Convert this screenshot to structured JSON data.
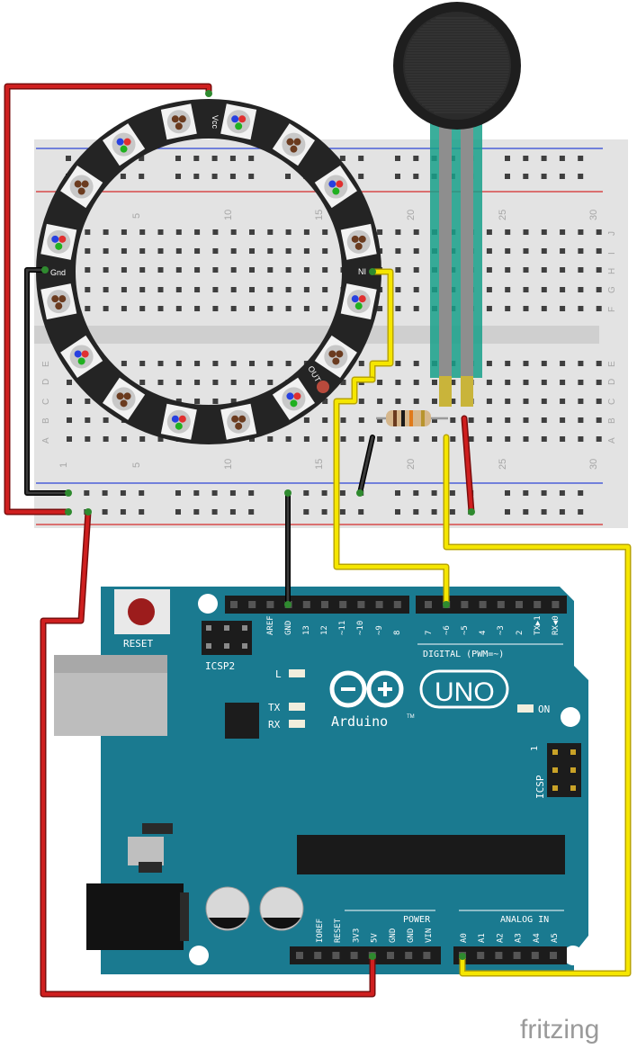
{
  "ring": {
    "vcc": "Vcc",
    "gnd": "Gnd",
    "din": "NI",
    "dout": "OUT"
  },
  "breadboard": {
    "col_numbers": [
      "1",
      "5",
      "10",
      "15",
      "20",
      "25",
      "30"
    ],
    "row_letters_top": [
      "J",
      "I",
      "H",
      "G",
      "F"
    ],
    "row_letters_bottom": [
      "E",
      "D",
      "C",
      "B",
      "A"
    ]
  },
  "arduino": {
    "reset": "RESET",
    "icsp2": "ICSP2",
    "digital_header": [
      "AREF",
      "GND",
      "13",
      "12",
      "~11",
      "~10",
      "~9",
      "8",
      "7",
      "~6",
      "~5",
      "4",
      "~3",
      "2",
      "TX▶1",
      "RX◀0"
    ],
    "digital_caption": "DIGITAL (PWM=~)",
    "led_l": "L",
    "led_tx": "TX",
    "led_rx": "RX",
    "led_on": "ON",
    "brand": "Arduino",
    "tm": "TM",
    "uno": "UNO",
    "icsp": "ICSP",
    "icsp_pin1": "1",
    "power_caption": "POWER",
    "power_header": [
      "IOREF",
      "RESET",
      "3V3",
      "5V",
      "GND",
      "GND",
      "VIN"
    ],
    "analog_caption": "ANALOG IN",
    "analog_header": [
      "A0",
      "A1",
      "A2",
      "A3",
      "A4",
      "A5"
    ]
  },
  "watermark": "fritzing"
}
